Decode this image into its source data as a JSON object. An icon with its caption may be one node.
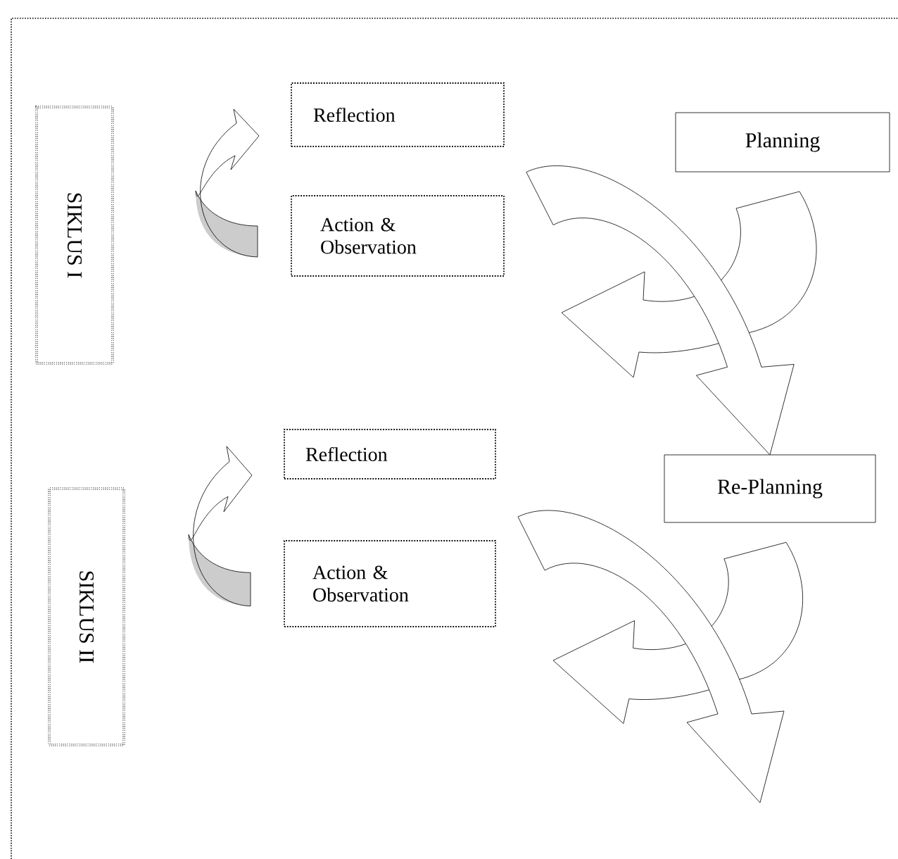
{
  "diagram": {
    "nodes": [
      {
        "text": [
          "SIKLUS I"
        ]
      },
      {
        "text": [
          "Reflection"
        ]
      },
      {
        "text": [
          "Action & Observation"
        ]
      },
      {
        "text": [
          "Planning"
        ]
      },
      {
        "text": [
          "SIKLUS II"
        ]
      },
      {
        "text": [
          "Reflection"
        ]
      },
      {
        "text": [
          "Re-Planning"
        ]
      },
      {
        "text": [
          "Action & Observation"
        ]
      }
    ],
    "edges": [
      {
        "from": 2,
        "to": 1,
        "arrow": "to"
      },
      {
        "from": 2,
        "to": 6,
        "arrow": "to"
      },
      {
        "from": 7,
        "to": 5,
        "arrow": "to"
      },
      {
        "from": 7,
        "to": null,
        "arrow": "to"
      },
      {
        "from": 3,
        "to": 2,
        "arrow": "to"
      },
      {
        "from": 6,
        "to": 7,
        "arrow": "to"
      }
    ]
  }
}
